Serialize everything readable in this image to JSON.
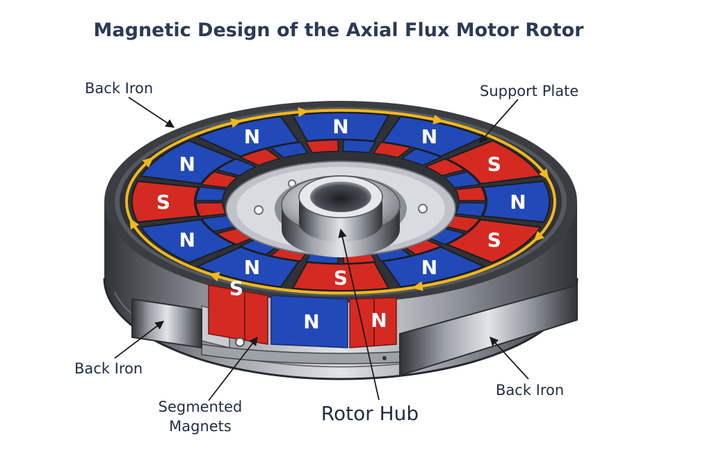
{
  "title": "Magnetic Design of the Axial Flux Motor Rotor",
  "labels": {
    "back_iron_top": "Back Iron",
    "support_plate": "Support Plate",
    "back_iron_left": "Back Iron",
    "back_iron_right": "Back Iron",
    "segmented_magnets_line1": "Segmented",
    "segmented_magnets_line2": "Magnets",
    "rotor_hub": "Rotor Hub"
  },
  "outer_ring_poles": [
    "N",
    "N",
    "S",
    "N",
    "S",
    "N",
    "S",
    "N",
    "N",
    "S",
    "N",
    "N"
  ],
  "colors": {
    "north": "#2249b8",
    "south": "#d42a22",
    "flux_arrow": "#f2b81c",
    "steel_dark": "#3a3d42",
    "steel_light": "#c9ccd1",
    "text": "#1f2d45"
  }
}
